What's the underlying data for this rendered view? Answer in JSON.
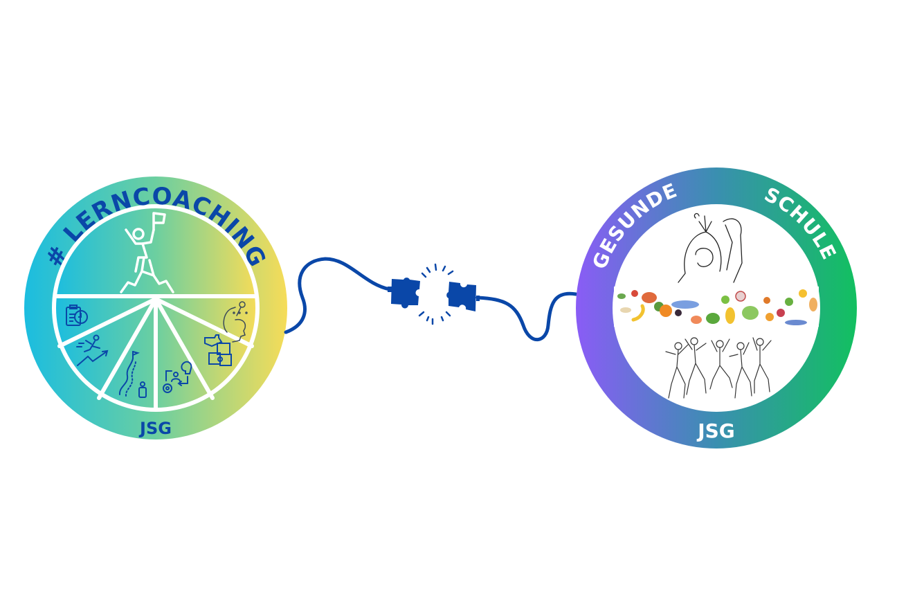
{
  "left_logo": {
    "title": "# LERNCOACHING",
    "footer": "JSG",
    "text_color": "#0a47a8",
    "gradient": [
      "#1bbde0",
      "#6ccfa0",
      "#f6dc58"
    ],
    "segments": [
      {
        "icon": "summit-climber-icon",
        "label": "goal summit"
      },
      {
        "icon": "clipboard-clock-icon",
        "label": "time planning"
      },
      {
        "icon": "runner-growth-arrow-icon",
        "label": "motivation"
      },
      {
        "icon": "winding-path-person-icon",
        "label": "learning path"
      },
      {
        "icon": "idea-process-icon",
        "label": "strategy"
      },
      {
        "icon": "puzzle-pieces-icon",
        "label": "problem solving"
      },
      {
        "icon": "open-head-mind-icon",
        "label": "mindset"
      }
    ]
  },
  "connector": {
    "color": "#0a47a8",
    "icon": "puzzle-plug-connector-icon"
  },
  "right_logo": {
    "title_left": "GESUNDE",
    "title_right": "SCHULE",
    "footer": "JSG",
    "text_color": "#ffffff",
    "gradient": [
      "#8a5cf6",
      "#3a8fb0",
      "#12c060"
    ],
    "illustrations": [
      {
        "icon": "person-with-plant-icon",
        "label": "mental wellbeing"
      },
      {
        "icon": "healthy-food-band-icon",
        "label": "nutrition"
      },
      {
        "icon": "dancing-group-icon",
        "label": "movement"
      }
    ]
  }
}
